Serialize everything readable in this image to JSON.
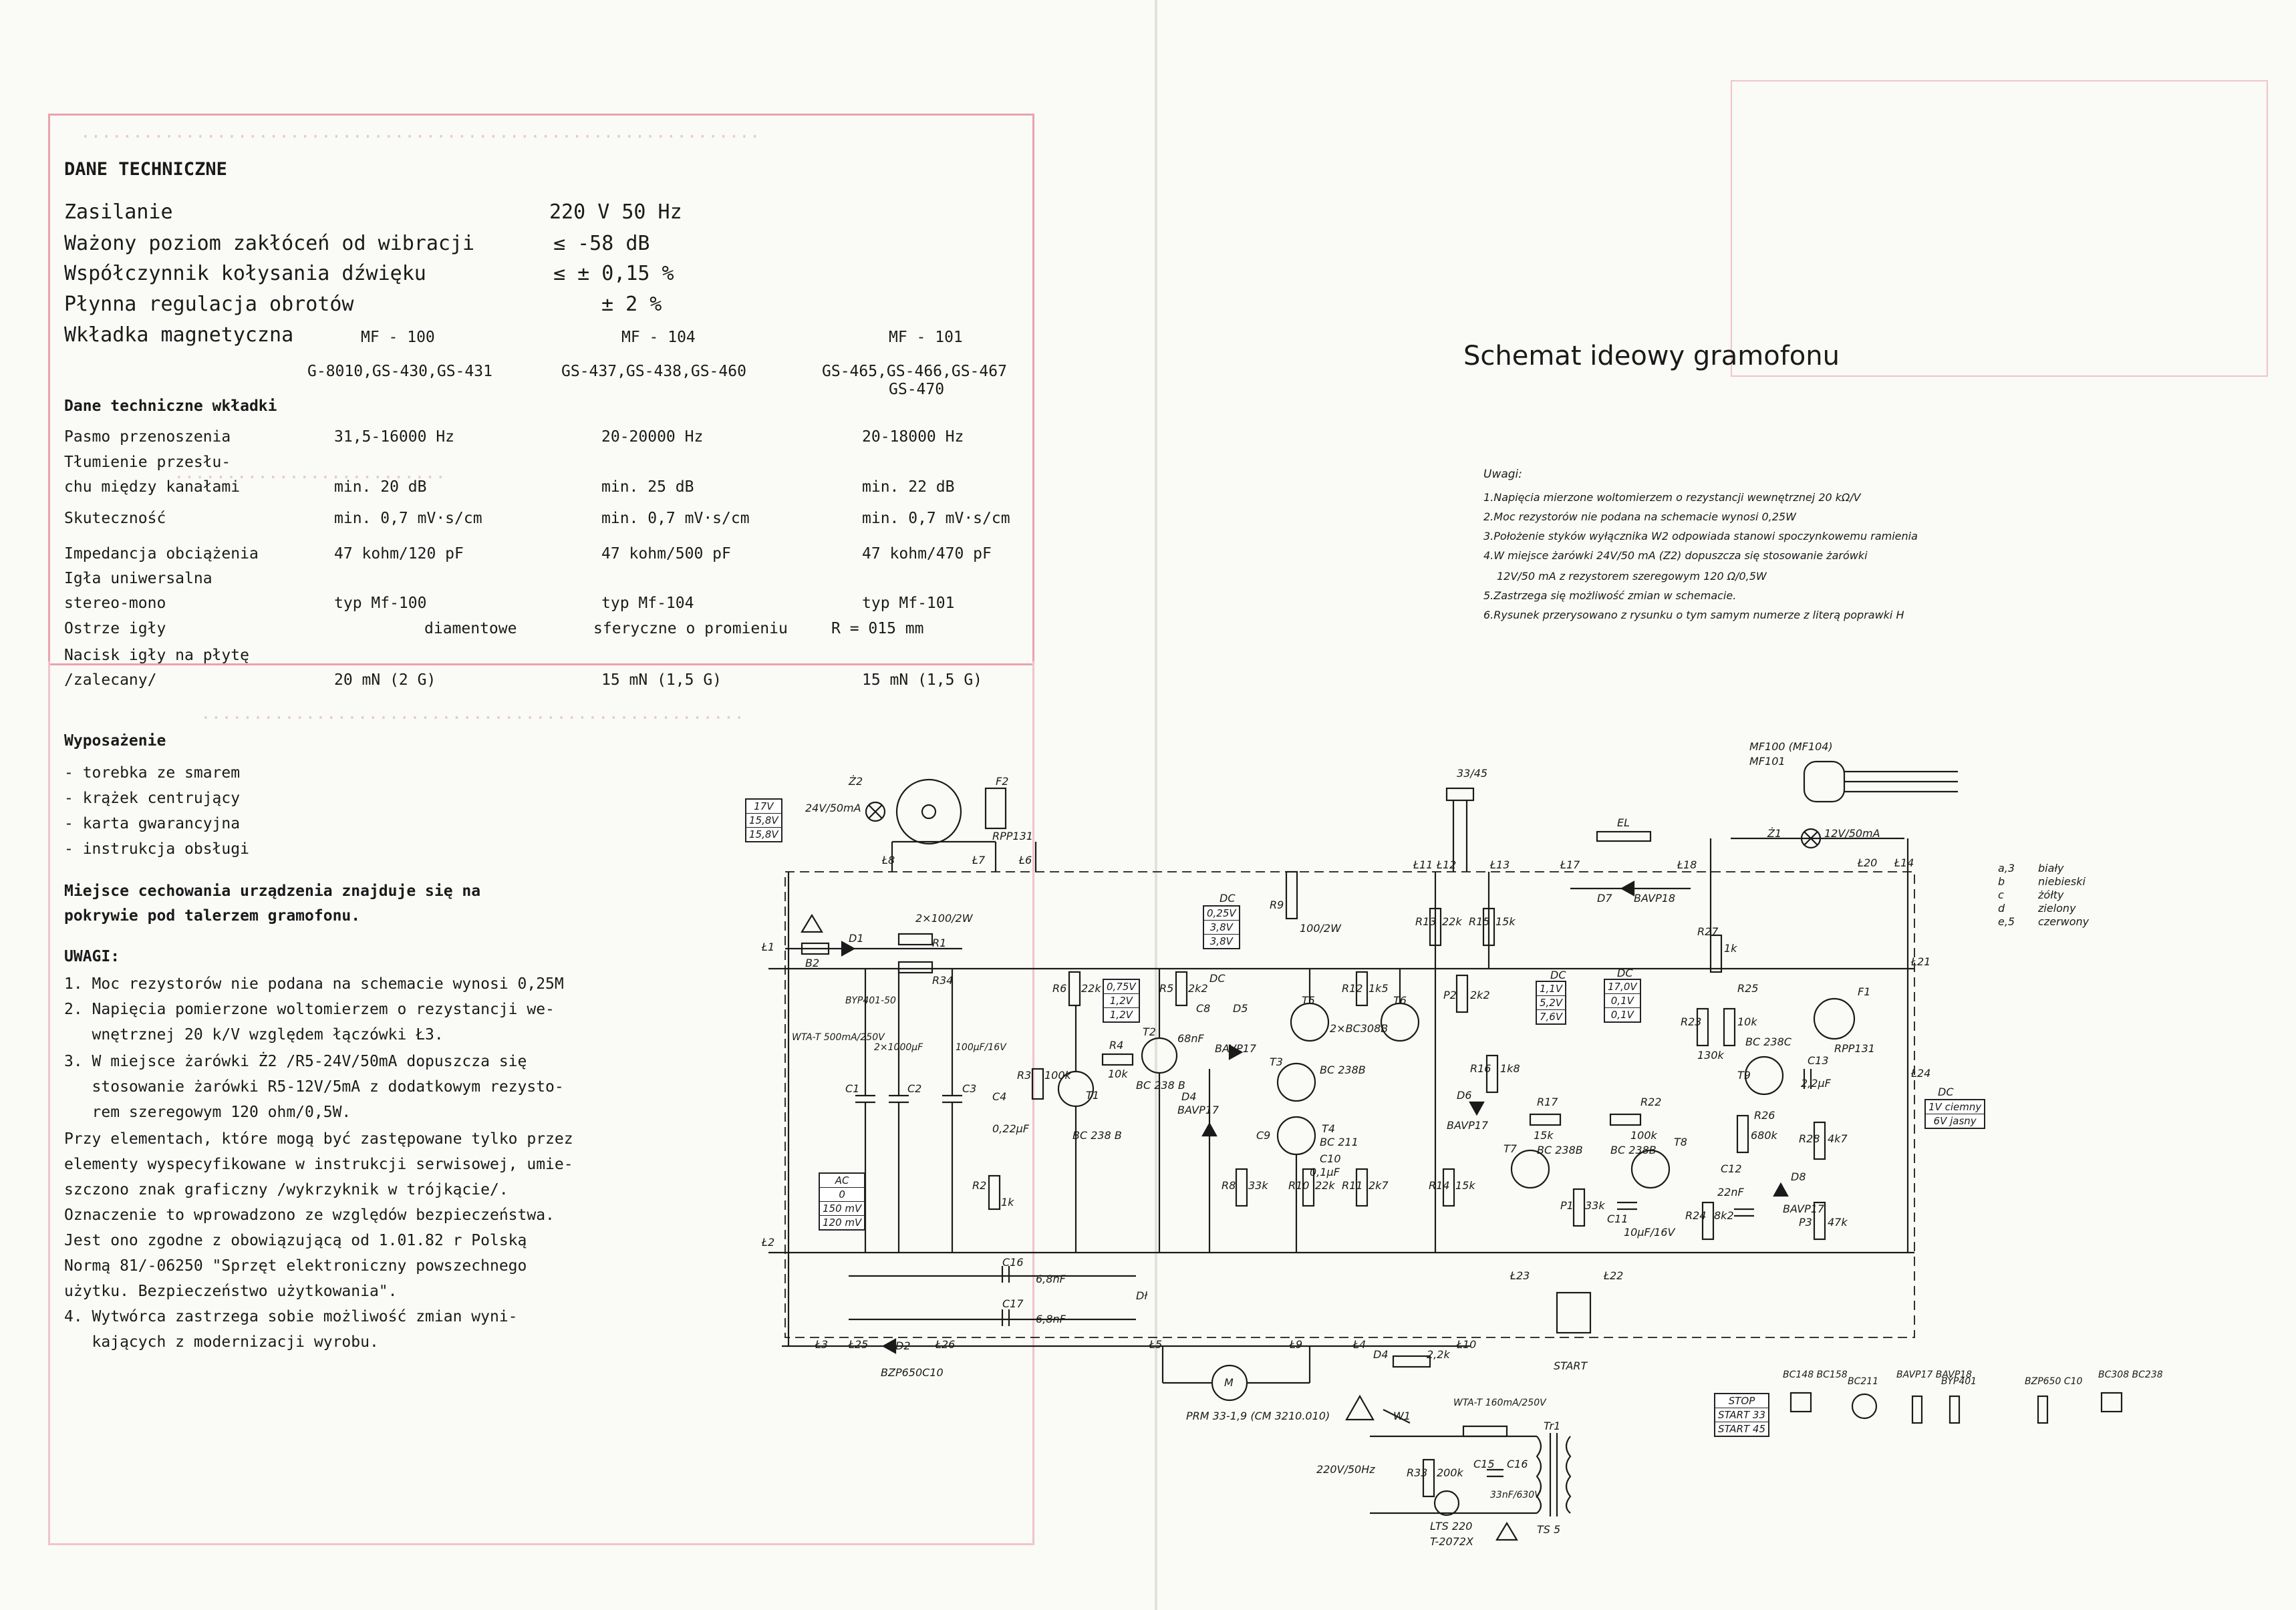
{
  "left": {
    "title": "DANE TECHNICZNE",
    "specs": [
      {
        "label": "Zasilanie",
        "value": "220 V 50 Hz"
      },
      {
        "label": "Ważony poziom zakłóceń od wibracji",
        "value": "≤  -58 dB"
      },
      {
        "label": "Współczynnik kołysania dźwięku",
        "value": "≤  ± 0,15 %"
      },
      {
        "label": "Płynna regulacja obrotów",
        "value": "± 2 %"
      },
      {
        "label": "Wkładka magnetyczna",
        "value": ""
      }
    ],
    "cartridges": [
      "MF - 100",
      "MF - 104",
      "MF - 101"
    ],
    "cart_models": [
      "G-8010,GS-430,GS-431",
      "GS-437,GS-438,GS-460",
      "GS-465,GS-466,GS-467",
      "GS-470"
    ],
    "cart_heading": "Dane techniczne wkładki",
    "cart_rows": [
      {
        "label": "Pasmo przenoszenia",
        "v1": "31,5-16000 Hz",
        "v2": "20-20000 Hz",
        "v3": "20-18000 Hz"
      },
      {
        "label": "Tłumienie przesłu-",
        "v1": "",
        "v2": "",
        "v3": ""
      },
      {
        "label": "chu między kanałami",
        "v1": "min. 20 dB",
        "v2": "min. 25 dB",
        "v3": "min. 22 dB"
      },
      {
        "label": "Skuteczność",
        "v1": "min. 0,7 mV·s/cm",
        "v2": "min. 0,7 mV·s/cm",
        "v3": "min. 0,7 mV·s/cm"
      },
      {
        "label": "Impedancja obciążenia",
        "v1": "47 kohm/120 pF",
        "v2": "47 kohm/500 pF",
        "v3": "47 kohm/470 pF"
      },
      {
        "label": "Igła uniwersalna",
        "v1": "",
        "v2": "",
        "v3": ""
      },
      {
        "label": "stereo-mono",
        "v1": "typ Mf-100",
        "v2": "typ Mf-104",
        "v3": "typ Mf-101"
      },
      {
        "label": "Ostrze igły",
        "v1": "diamentowe",
        "v2": "sferyczne o promieniu",
        "v3": "R = 015 mm"
      },
      {
        "label": "Nacisk igły na płytę",
        "v1": "",
        "v2": "",
        "v3": ""
      },
      {
        "label": "/zalecany/",
        "v1": "20 mN (2 G)",
        "v2": "15 mN (1,5 G)",
        "v3": "15 mN (1,5 G)"
      }
    ],
    "equip_heading": "Wyposażenie",
    "equip": [
      "- torebka ze smarem",
      "- krążek centrujący",
      "- karta gwarancyjna",
      "- instrukcja obsługi"
    ],
    "cech": [
      "Miejsce cechowania urządzenia znajduje się na",
      "pokrywie pod talerzem gramofonu."
    ],
    "uwagi_heading": "UWAGI:",
    "uwagi": [
      "1. Moc rezystorów nie podana na schemacie wynosi 0,25M",
      "2. Napięcia pomierzone woltomierzem o rezystancji we-",
      "   wnętrznej 20 k/V względem łączówki Ł3.",
      "3. W miejsce żarówki Ż2 /R5-24V/50mA dopuszcza się",
      "   stosowanie żarówki R5-12V/5mA z dodatkowym rezysto-",
      "   rem szeregowym 120 ohm/0,5W.",
      "Przy elementach, które mogą być zastępowane tylko przez",
      "elementy wyspecyfikowane w instrukcji serwisowej, umie-",
      "szczono znak graficzny /wykrzyknik w trójkącie/.",
      "Oznaczenie to wprowadzono ze względów bezpieczeństwa.",
      "Jest ono zgodne z obowiązującą od 1.01.82 r Polską",
      "Normą 81/-06250 \"Sprzęt elektroniczny powszechnego",
      "użytku. Bezpieczeństwo użytkowania\".",
      "4. Wytwórca zastrzega sobie możliwość zmian wyni-",
      "   kających z modernizacji wyrobu."
    ]
  },
  "right": {
    "schem_title": "Schemat ideowy gramofonu",
    "notes_heading": "Uwagi:",
    "notes": [
      "1.Napięcia mierzone woltomierzem o rezystancji wewnętrznej 20 kΩ/V",
      "2.Moc rezystorów nie podana na schemacie wynosi 0,25W",
      "3.Położenie styków wyłącznika W2 odpowiada stanowi spoczynkowemu ramienia",
      "4.W miejsce żarówki 24V/50 mA (Z2) dopuszcza się stosowanie żarówki",
      "12V/50 mA z rezystorem szeregowym 120 Ω/0,5W",
      "5.Zastrzega się możliwość zmian w schemacie.",
      "6.Rysunek przerysowano z rysunku o tym samym numerze z literą poprawki H"
    ],
    "colors": [
      {
        "k": "a,3",
        "v": "biały"
      },
      {
        "k": "b",
        "v": "niebieski"
      },
      {
        "k": "c",
        "v": "żółty"
      },
      {
        "k": "d",
        "v": "zielony"
      },
      {
        "k": "e,5",
        "v": "czerwony"
      }
    ],
    "cart_label": "MF100 (MF104)",
    "cart_label2": "MF101",
    "parts": [
      "BC148 BC158",
      "BC211",
      "BAVP17 BAVP18",
      "BYP401",
      "BZP650 C10",
      "BC308 BC238"
    ],
    "stop_box": [
      "STOP",
      "START 33",
      "START 45"
    ],
    "labels": {
      "z2": "Ż2",
      "z2v": "24V/50mA",
      "f2": "F2",
      "rpp": "RPP131",
      "l8": "Ł8",
      "l7": "Ł7",
      "l6": "Ł6",
      "l1": "Ł1",
      "l2": "Ł2",
      "l3": "Ł3",
      "l25": "Ł25",
      "l26": "Ł26",
      "l5": "Ł5",
      "l9": "Ł9",
      "l4": "Ł4",
      "l10": "Ł10",
      "l11": "Ł11",
      "l12": "Ł12",
      "l13": "Ł13",
      "l17": "Ł17",
      "l18": "Ł18",
      "l20": "Ł20",
      "l14": "Ł14",
      "l21": "Ł21",
      "l24": "Ł24",
      "l22": "Ł22",
      "l23": "Ł23",
      "b2": "B2",
      "d1": "D1",
      "r1": "R1",
      "r34": "R34",
      "r1v": "2×100/2W",
      "wta": "WTA-T 500mA/250V",
      "byp": "BYP401-50",
      "c1": "C1",
      "c2": "C2",
      "c1v": "2×1000μF",
      "c3": "C3",
      "c3v": "100μF/16V",
      "c4": "C4",
      "c4v": "0,22μF",
      "r2": "R2",
      "r2v": "1k",
      "r3": "R3",
      "r3v": "100k",
      "t1": "T1",
      "t1v": "BC 238 B",
      "t2": "T2",
      "t2v": "BC 238 B",
      "r4": "R4",
      "r4v": "10k",
      "r6": "R6",
      "r6v": "22k",
      "r5": "R5",
      "r5v": "2k2",
      "c8": "C8",
      "c8v": "68nF",
      "d5": "D5",
      "d5v": "BAVP17",
      "d4": "D4",
      "d4v": "BAVP17",
      "r9": "R9",
      "r9v": "100/2W",
      "t3": "T3",
      "t4": "T4",
      "t3v": "BC 238B",
      "t4v": "BC 211",
      "t5": "T5",
      "t6": "T6",
      "t56v": "2×BC308B",
      "c9": "C9",
      "c10": "C10",
      "c10v": "0,1μF",
      "r8": "R8",
      "r8v": "33k",
      "r10": "R10",
      "r10v": "22k",
      "r11": "R11",
      "r11v": "2k7",
      "r12": "R12",
      "r12v": "1k5",
      "r13": "R13",
      "r13v": "22k",
      "r15": "R15",
      "r15v": "15k",
      "r14": "R14",
      "r14v": "15k",
      "r16": "R16",
      "r16v": "1k8",
      "p2": "P2",
      "p2v": "2k2",
      "d6": "D6",
      "d6v": "BAVP17",
      "r17": "R17",
      "r17v": "15k",
      "t7": "T7",
      "t7v": "BC 238B",
      "p1": "P1",
      "p1v": "33k",
      "r22": "R22",
      "r22v": "100k",
      "t8": "T8",
      "t8v": "BC 238B",
      "c11": "C11",
      "c11v": "10μF/16V",
      "r24": "R24",
      "r24v": "8k2",
      "r23": "R23",
      "r23v": "130k",
      "r25": "R25",
      "r25v": "10k",
      "r27": "R27",
      "r27v": "1k",
      "t9": "T9",
      "t9v": "BC 238C",
      "c13": "C13",
      "c13v": "2,2μF",
      "r26": "R26",
      "r26v": "680k",
      "c12": "C12",
      "c12v": "22nF",
      "d8": "D8",
      "d8v": "BAVP17",
      "r28": "R28",
      "r28v": "4k7",
      "p3": "P3",
      "p3v": "47k",
      "f1": "F1",
      "f1v": "RPP131",
      "z1": "Ż1",
      "z1v": "12V/50mA",
      "el": "EL",
      "d7": "D7",
      "d7v": "BAVP18",
      "w2": "33/45",
      "c16": "C16",
      "c16v": "6,8nF",
      "c17": "C17",
      "c17v": "6,8nF",
      "dl": "Dł",
      "d2": "D2",
      "d2v": "BZP650C10",
      "m": "M",
      "motor": "PRM 33-1,9 (CM 3210.010)",
      "d4b": "D4",
      "r": "2,2k",
      "start": "START",
      "w1": "W1",
      "wta2": "WTA-T 160mA/250V",
      "tr1": "Tr1",
      "r33": "R33",
      "c15": "C15",
      "c16b": "C16",
      "r33v": "200k",
      "c15v": "33nF/630V",
      "lts": "LTS 220",
      "lts2": "T-2072X",
      "v220": "220V/50Hz",
      "ts5": "TS 5",
      "ac": "AC",
      "ac0": "0",
      "ac1": "150 mV",
      "ac2": "120 mV",
      "dc": "DC",
      "tbl_a": [
        "17V",
        "15,8V",
        "15,8V"
      ],
      "tbl_b": [
        "0,25V",
        "3,8V",
        "3,8V"
      ],
      "tbl_c": [
        "0,75V",
        "1,2V",
        "1,2V"
      ],
      "tbl_d": [
        "1,1V",
        "5,2V",
        "7,6V"
      ],
      "tbl_e": [
        "17,0V",
        "0,1V",
        "0,1V"
      ],
      "tbl_f": [
        "1V ciemny",
        "6V jasny"
      ]
    }
  }
}
